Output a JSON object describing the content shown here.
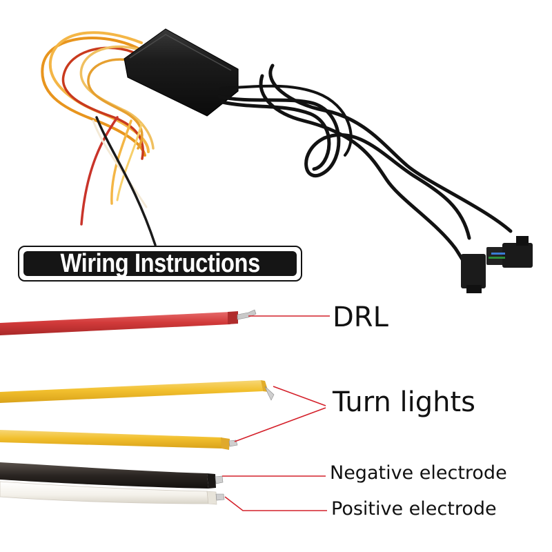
{
  "title": "Wiring Instructions",
  "labels": {
    "drl": "DRL",
    "turn_lights": "Turn lights",
    "negative": "Negative electrode",
    "positive": "Positive electrode"
  },
  "colors": {
    "drl_wire": "#d23a3a",
    "turn_wire": "#f2c02e",
    "negative_wire": "#2a2522",
    "positive_wire": "#f4f1ea",
    "leader_line": "#d4202a",
    "controller_box": "#161616",
    "cable": "#121212"
  }
}
